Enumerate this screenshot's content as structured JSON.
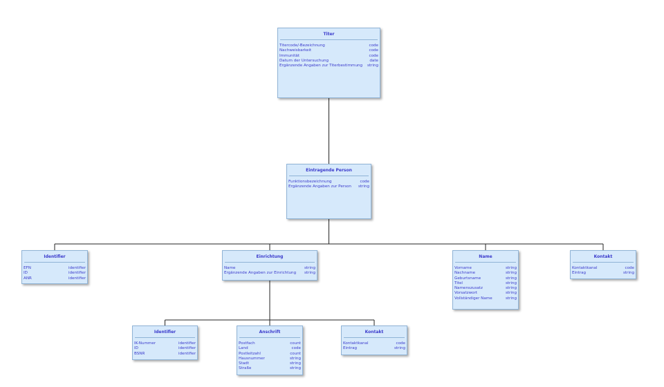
{
  "nodes": [
    {
      "id": "titer",
      "title": "Titer",
      "attributes": [
        {
          "name": "Titercode/-Bezeichnung",
          "type": "code"
        },
        {
          "name": "Nachweisbarkeit",
          "type": "code"
        },
        {
          "name": "Immunität",
          "type": "code"
        },
        {
          "name": "Datum der Untersuchung",
          "type": "date"
        },
        {
          "name": "Ergänzende Angaben zur Titerbestimmung",
          "type": "string"
        }
      ]
    },
    {
      "id": "eintragende-person",
      "title": "Eintragende Person",
      "attributes": [
        {
          "name": "Funktionsbezeichnung",
          "type": "code"
        },
        {
          "name": "Ergänzende Angaben zur Person",
          "type": "string"
        }
      ]
    },
    {
      "id": "identifier-person",
      "title": "Identifier",
      "attributes": [
        {
          "name": "EFN",
          "type": "identifier"
        },
        {
          "name": "ID",
          "type": "identifier"
        },
        {
          "name": "ANR",
          "type": "identifier"
        }
      ]
    },
    {
      "id": "einrichtung",
      "title": "Einrichtung",
      "attributes": [
        {
          "name": "Name",
          "type": "string"
        },
        {
          "name": "Ergänzende Angaben zur Einrichtung",
          "type": "string"
        }
      ]
    },
    {
      "id": "name",
      "title": "Name",
      "attributes": [
        {
          "name": "Vorname",
          "type": "string"
        },
        {
          "name": "Nachname",
          "type": "string"
        },
        {
          "name": "Geburtsname",
          "type": "string"
        },
        {
          "name": "Titel",
          "type": "string"
        },
        {
          "name": "Namenszusatz",
          "type": "string"
        },
        {
          "name": "Vorsatzwort",
          "type": "string"
        },
        {
          "name": "Vollständiger Name",
          "type": "string"
        }
      ]
    },
    {
      "id": "kontakt-person",
      "title": "Kontakt",
      "attributes": [
        {
          "name": "Kontaktkanal",
          "type": "code"
        },
        {
          "name": "Eintrag",
          "type": "string"
        }
      ]
    },
    {
      "id": "identifier-einrichtung",
      "title": "Identifier",
      "attributes": [
        {
          "name": "IK-Nummer",
          "type": "identifier"
        },
        {
          "name": "ID",
          "type": "identifier"
        },
        {
          "name": "BSNR",
          "type": "identifier"
        }
      ]
    },
    {
      "id": "anschrift",
      "title": "Anschrift",
      "attributes": [
        {
          "name": "Postfach",
          "type": "count"
        },
        {
          "name": "Land",
          "type": "code"
        },
        {
          "name": "Postleitzahl",
          "type": "count"
        },
        {
          "name": "Hausnummer",
          "type": "string"
        },
        {
          "name": "Stadt",
          "type": "string"
        },
        {
          "name": "Straße",
          "type": "string"
        }
      ]
    },
    {
      "id": "kontakt-einrichtung",
      "title": "Kontakt",
      "attributes": [
        {
          "name": "Kontaktkanal",
          "type": "code"
        },
        {
          "name": "Eintrag",
          "type": "string"
        }
      ]
    }
  ],
  "edges": [
    {
      "from": "titer",
      "to": "eintragende-person"
    },
    {
      "from": "eintragende-person",
      "to": "identifier-person"
    },
    {
      "from": "eintragende-person",
      "to": "einrichtung"
    },
    {
      "from": "eintragende-person",
      "to": "name"
    },
    {
      "from": "eintragende-person",
      "to": "kontakt-person"
    },
    {
      "from": "einrichtung",
      "to": "identifier-einrichtung"
    },
    {
      "from": "einrichtung",
      "to": "anschrift"
    },
    {
      "from": "einrichtung",
      "to": "kontakt-einrichtung"
    }
  ],
  "colors": {
    "node_fill": "#d6e9fb",
    "node_border": "#8fb3d6",
    "text": "#3a3acc",
    "connector": "#222222"
  }
}
